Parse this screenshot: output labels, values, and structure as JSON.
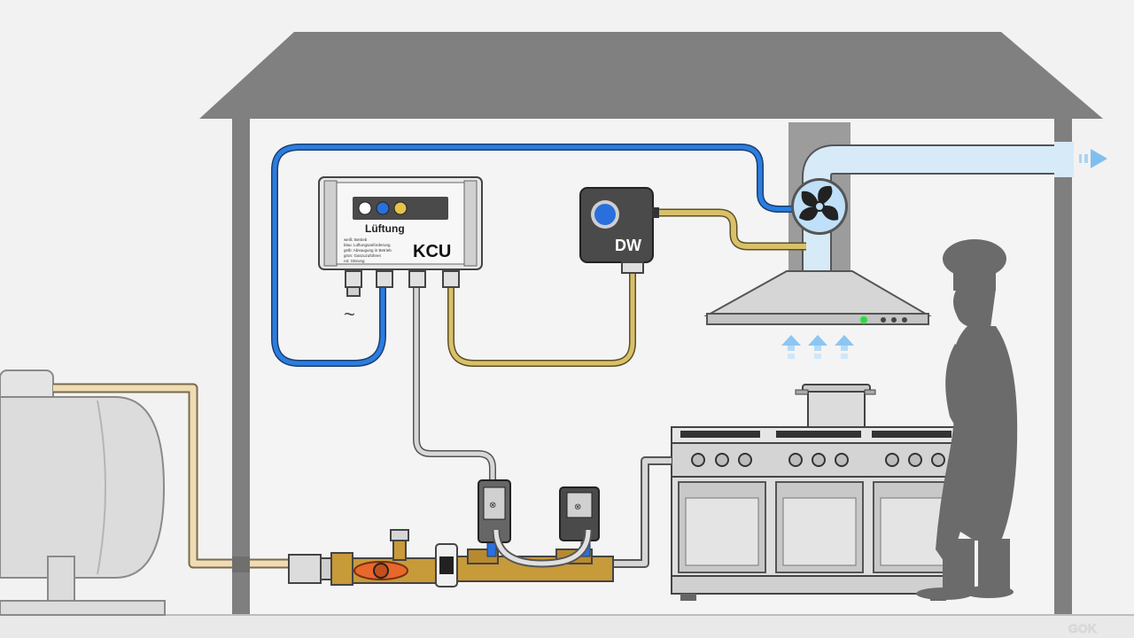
{
  "kcu": {
    "title": "Lüftung",
    "label": "KCU",
    "legend": [
      "weiß: Betrieb",
      "blau: Lüftungsanforderung",
      "gelb: Absaugung in Betrieb",
      "grün: Gaszuzuführen",
      "rot: Störung"
    ],
    "power_symbol": "~"
  },
  "sensor": {
    "label": "DW"
  },
  "watermark": "GOK",
  "colors": {
    "blue_cable": "#2a7de1",
    "yellow_cable": "#d9c06a",
    "gas_pipe": "#efdcb4",
    "roof": "#7f7f7f",
    "wall": "#9a9a9a",
    "airflow": "#a9d4f5",
    "brass": "#c79a3a",
    "valve_orange": "#e8672a"
  },
  "icons": {
    "fan": "fan-icon",
    "airflow_up": "arrow-up-icon",
    "airflow_out": "arrow-right-icon",
    "chef": "chef-silhouette"
  }
}
